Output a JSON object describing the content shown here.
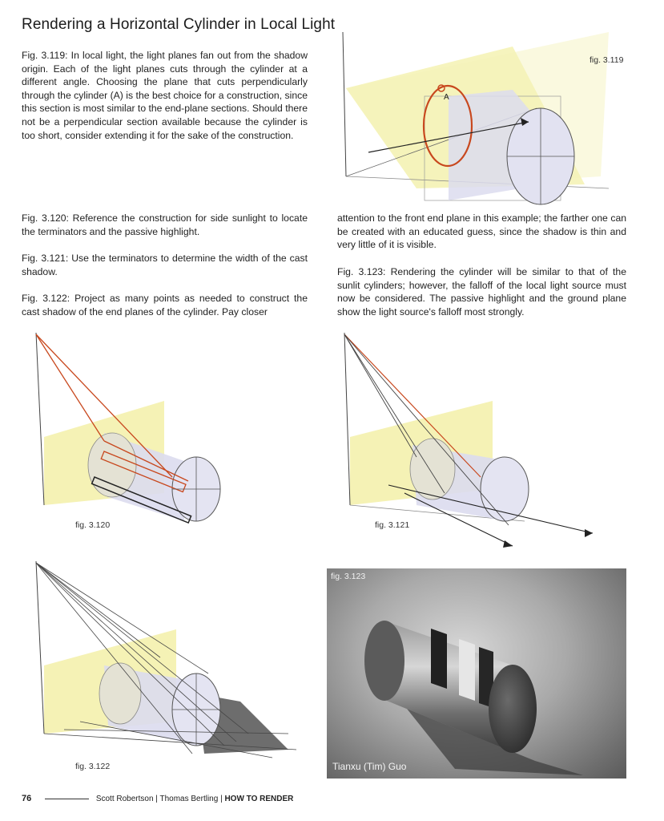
{
  "page": {
    "title": "Rendering a Horizontal Cylinder in Local Light",
    "paragraphs": {
      "fig3_119": "Fig. 3.119: In local light, the light planes fan out from the shadow origin. Each of the light planes cuts through the cylinder at a different angle. Choosing the plane that cuts perpendicularly through the cylinder (A) is the best choice for a construction, since this section is most similar to the end-plane sections. Should there not be a perpendicular section available because the cylinder is too short, consider extending it for the sake of the construction.",
      "fig3_120": "Fig. 3.120: Reference the construction for side sunlight to locate the terminators and the passive highlight.",
      "fig3_121": "Fig. 3.121: Use the terminators to determine the width of the cast shadow.",
      "fig3_122": "Fig. 3.122: Project as many points as needed to construct the cast shadow of the end planes of the cylinder. Pay closer",
      "fig3_122_cont": "attention to the front end plane in this example; the farther one can be created with an educated guess, since the shadow is thin and very little of it is visible.",
      "fig3_123": "Fig. 3.123: Rendering the cylinder will be similar to that of the sunlit cylinders; however, the falloff of the local light source must now be considered. The passive highlight and the ground plane show the light source's falloff most strongly."
    },
    "figures": {
      "fig3_119": {
        "caption": "fig. 3.119",
        "point_label": "A"
      },
      "fig3_120": {
        "caption": "fig. 3.120"
      },
      "fig3_121": {
        "caption": "fig. 3.121"
      },
      "fig3_122": {
        "caption": "fig. 3.122"
      },
      "fig3_123": {
        "caption": "fig. 3.123",
        "credit": "Tianxu (Tim) Guo"
      }
    },
    "footer": {
      "page_number": "76",
      "authors": "Scott Robertson | Thomas Bertling | ",
      "book": "HOW TO RENDER"
    },
    "colors": {
      "light_plane": "#f3f0a8",
      "cylinder": "#d9d9ee",
      "construction_red": "#c8481e",
      "lines": "#444444"
    }
  }
}
